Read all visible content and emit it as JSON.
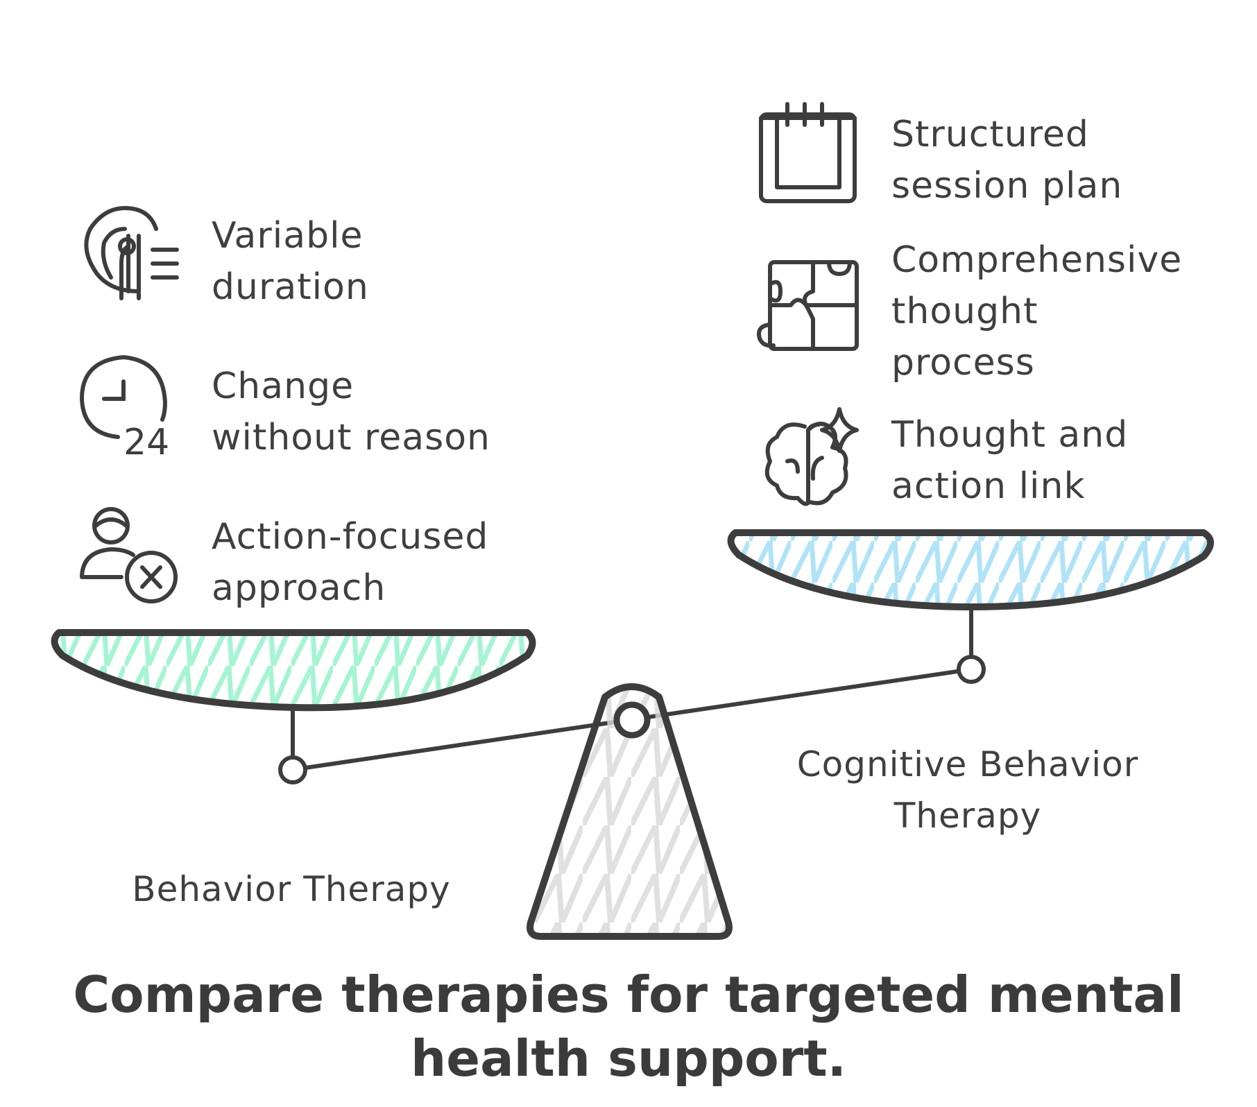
{
  "left_side": {
    "label": "Behavior Therapy",
    "items": [
      {
        "text": "Variable\nduration",
        "icon": "fingerprint-icon"
      },
      {
        "text": "Change\nwithout reason",
        "icon": "clock-24-icon"
      },
      {
        "text": "Action-focused\napproach",
        "icon": "user-cancel-icon"
      }
    ],
    "pan_color": "#7ff0c0"
  },
  "right_side": {
    "label": "Cognitive Behavior\nTherapy",
    "items": [
      {
        "text": "Structured\nsession plan",
        "icon": "calendar-icon"
      },
      {
        "text": "Comprehensive\nthought\nprocess",
        "icon": "puzzle-icon"
      },
      {
        "text": "Thought and\naction link",
        "icon": "brain-sparkle-icon"
      }
    ],
    "pan_color": "#8fd8f5"
  },
  "caption": "Compare therapies for targeted mental\nhealth support.",
  "colors": {
    "stroke": "#3d3d3d",
    "base_fill": "#dcdcdc"
  }
}
